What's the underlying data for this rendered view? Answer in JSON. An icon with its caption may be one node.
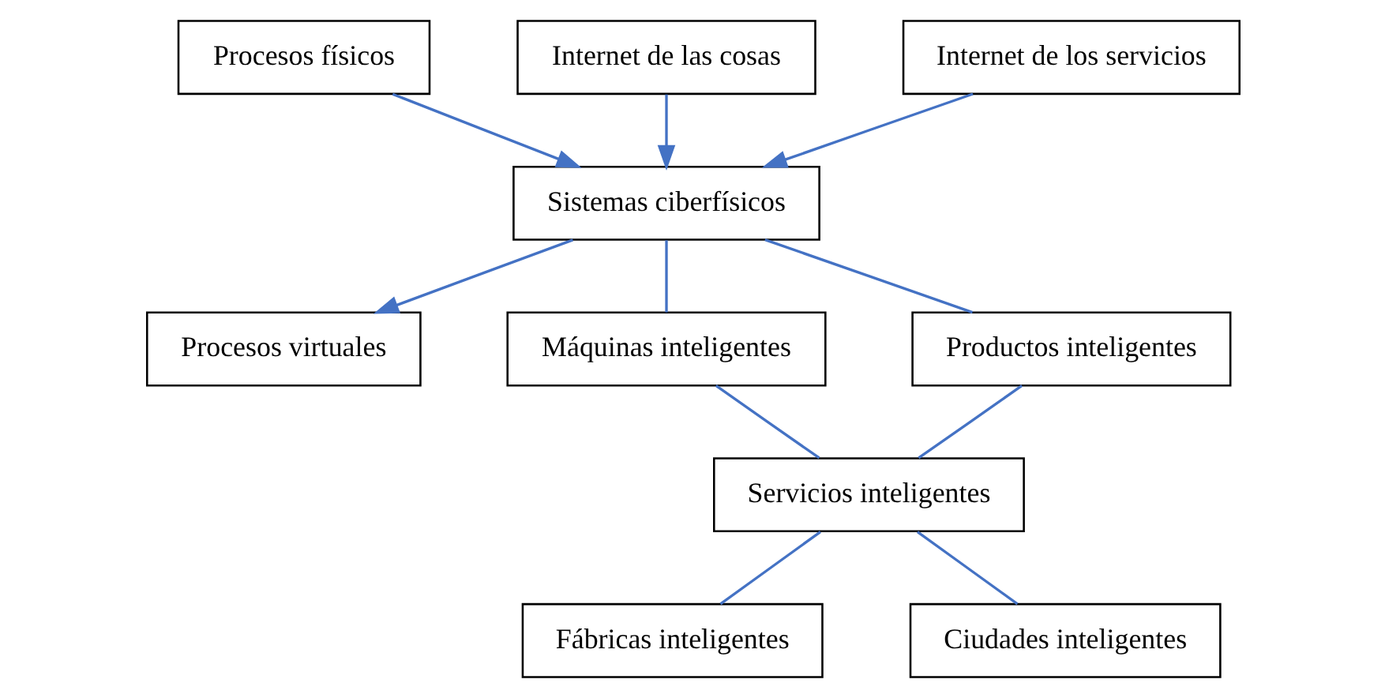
{
  "diagram": {
    "nodes": [
      {
        "text": [
          "Procesos físicos"
        ]
      },
      {
        "text": [
          "Procesos virtuales"
        ]
      },
      {
        "text": [
          "Sistemas ciberfísicos"
        ]
      },
      {
        "text": [
          "Máquinas inteligentes"
        ]
      },
      {
        "text": [
          "Productos inteligentes"
        ]
      },
      {
        "text": [
          "Internet de las cosas"
        ]
      },
      {
        "text": [
          "Servicios inteligentes"
        ]
      },
      {
        "text": [
          "Internet de los servicios"
        ]
      },
      {
        "text": [
          "Fábricas inteligentes"
        ]
      },
      {
        "text": [
          "Ciudades inteligentes"
        ]
      }
    ],
    "edges": [
      {
        "from": 0,
        "to": 2,
        "arrow": "to"
      },
      {
        "from": 2,
        "to": 1,
        "arrow": "to"
      },
      {
        "from": 5,
        "to": 2,
        "arrow": "to"
      },
      {
        "from": 7,
        "to": 2,
        "arrow": "to"
      },
      {
        "from": 2,
        "to": 3,
        "arrow": "none"
      },
      {
        "from": 2,
        "to": 4,
        "arrow": "none"
      },
      {
        "from": 3,
        "to": 6,
        "arrow": "none"
      },
      {
        "from": 4,
        "to": 6,
        "arrow": "none"
      },
      {
        "from": 6,
        "to": 8,
        "arrow": "none"
      },
      {
        "from": 6,
        "to": 9,
        "arrow": "none"
      }
    ]
  }
}
